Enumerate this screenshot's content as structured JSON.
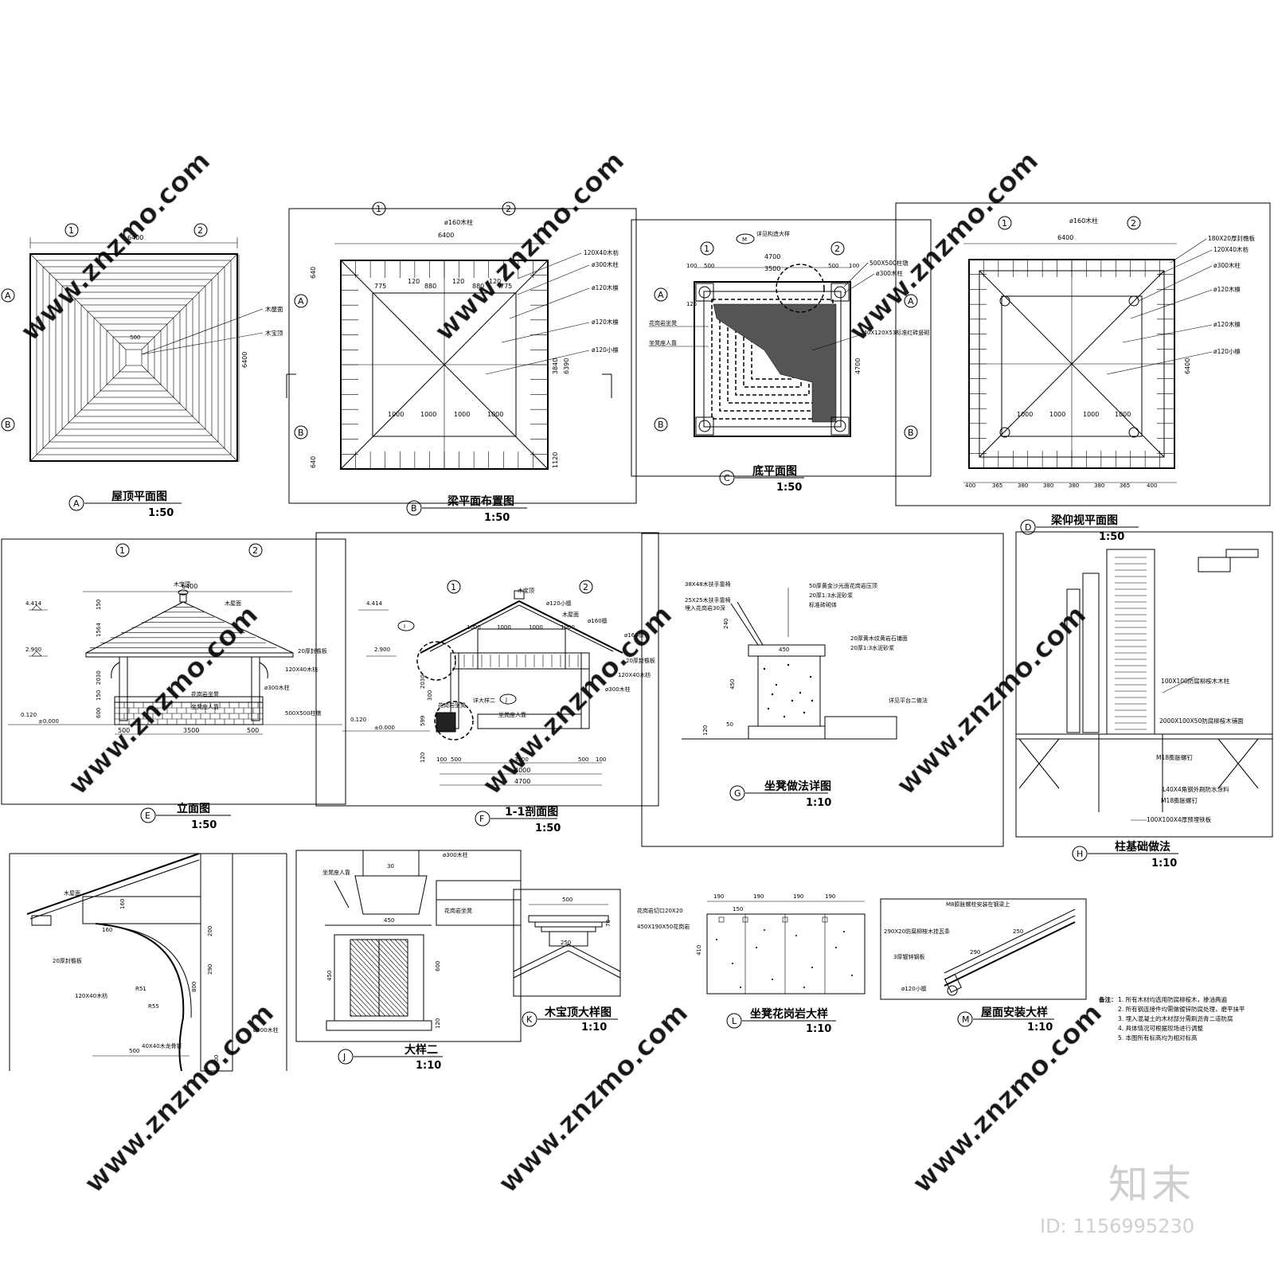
{
  "watermark": {
    "text": "www.znzmo.com",
    "logo": "知末",
    "id": "ID: 1156995230"
  },
  "drawings": {
    "A": {
      "letter": "A",
      "title": "屋顶平面图",
      "scale": "1:50",
      "dim_total": "6400",
      "top_size": "500",
      "label_board": "木屋面",
      "label_top": "木宝顶"
    },
    "B": {
      "letter": "B",
      "title": "梁平面布置图",
      "scale": "1:50",
      "dim_total": "6400",
      "dim_col": "ø160木柱",
      "labels": [
        "120X40木枋",
        "ø300木柱",
        "ø120木檩",
        "ø120木檩",
        "ø120小檩"
      ],
      "grid_dims": [
        "775",
        "120",
        "880",
        "120",
        "880",
        "120",
        "775"
      ],
      "bay_dims": [
        "1000",
        "1000",
        "1000",
        "1000"
      ],
      "side_dim": "6390",
      "edge_dims": [
        "640",
        "640",
        "1120",
        "3840"
      ]
    },
    "C": {
      "letter": "C",
      "title": "底平面图",
      "scale": "1:50",
      "dim_total": "4700",
      "dim_inner": "3500",
      "label_L": "详见构造大样",
      "labels": [
        "500X500柱墩",
        "ø300木柱",
        "240X120X53标准红砖竖砌",
        "花岗岩坐凳",
        "坐凳座人靠"
      ],
      "side_dim": "4700",
      "edge_dims": [
        "100",
        "500",
        "500",
        "100",
        "125"
      ]
    },
    "D": {
      "letter": "D",
      "title": "梁仰视平面图",
      "scale": "1:50",
      "dim_total": "6400",
      "dim_col": "ø160木柱",
      "labels": [
        "180X20厚封檐板",
        "120X40木枋",
        "ø300木柱",
        "ø120木檩",
        "ø120木檩",
        "ø120小檩"
      ],
      "bay_dims": [
        "1000",
        "1000",
        "1000",
        "1000"
      ],
      "side_dim": "6400",
      "bottom_dims": [
        "400",
        "365",
        "380",
        "380",
        "380",
        "380",
        "365",
        "400"
      ]
    },
    "E": {
      "letter": "E",
      "title": "立面图",
      "scale": "1:50",
      "dim_total": "6400",
      "levels": [
        "4.414",
        "2.900",
        "0.120",
        "±0.000"
      ],
      "heights": [
        "150",
        "1564",
        "2030",
        "150",
        "600"
      ],
      "labels": [
        "木宝顶",
        "木屋面",
        "20厚封檐板",
        "120X40木枋",
        "ø300木柱",
        "花岗岩坐凳",
        "坐凳座人靠",
        "500X500柱墩"
      ],
      "base_dims": [
        "500",
        "3500",
        "500"
      ]
    },
    "F": {
      "letter": "F",
      "title": "1-1剖面图",
      "scale": "1:50",
      "levels": [
        "4.414",
        "2.900",
        "0.120",
        "±0.000"
      ],
      "labels": [
        "木宝顶",
        "ø120小檩",
        "木屋面",
        "ø160檩",
        "ø160檩",
        "20厚封檐板",
        "120X40木枋",
        "ø300木柱",
        "花岗岩坐凳",
        "坐凳座人靠",
        "详大样二"
      ],
      "top_dims": [
        "1000",
        "1000",
        "1000",
        "1000"
      ],
      "base_dims": [
        "100",
        "500",
        "3500",
        "500",
        "100"
      ],
      "totals": [
        "4000",
        "4700"
      ],
      "heights": [
        "2030",
        "300",
        "599",
        "120"
      ]
    },
    "G": {
      "letter": "G",
      "title": "坐凳做法详图",
      "scale": "1:10",
      "labels": [
        "50厚黄金沙光面花岗岩压顶",
        "20厚1:3水泥砂浆",
        "标准砖砌体",
        "38X48木扶手靠椅",
        "25X25木扶手靠椅",
        "埋入花岗岩30深",
        "20厚黄木纹黄岩石铺面",
        "20厚1:3水泥砂浆",
        "详见平台二做法"
      ],
      "dims": [
        "450",
        "240",
        "450",
        "120",
        "50"
      ]
    },
    "H": {
      "letter": "H",
      "title": "柱基础做法",
      "scale": "1:10",
      "labels": [
        "100X100防腐柳桉木木柱",
        "2000X100X50防腐柳桉木铺面",
        "M18膨胀螺钉",
        "L40X4角钢外刷防水涂料",
        "M18膨胀螺钉",
        "100X100X4厚预埋铁板"
      ]
    },
    "I": {
      "letter": "I",
      "title": "",
      "scale": "",
      "labels": [
        "木屋面",
        "20厚封檐板",
        "120X40木枋",
        "40X40木龙骨钉",
        "ø300木柱"
      ],
      "dims": [
        "160",
        "160",
        "200",
        "290",
        "800",
        "500",
        "300"
      ],
      "radii": [
        "R51",
        "R55"
      ]
    },
    "J": {
      "letter": "J",
      "title": "大样二",
      "scale": "1:10",
      "labels": [
        "ø300木柱",
        "坐凳座人靠",
        "花岗岩坐凳"
      ],
      "dims": [
        "30",
        "450",
        "600",
        "450",
        "120"
      ]
    },
    "K": {
      "letter": "K",
      "title": "木宝顶大样图",
      "scale": "1:10",
      "dims": [
        "500",
        "250",
        "70"
      ]
    },
    "L": {
      "letter": "L",
      "title": "坐凳花岗岩大样",
      "scale": "1:10",
      "labels": [
        "花岗岩切口20X20",
        "450X190X50花岗岩"
      ],
      "dims": [
        "190",
        "190",
        "190",
        "190",
        "150",
        "410"
      ]
    },
    "M": {
      "letter": "M",
      "title": "屋面安装大样",
      "scale": "1:10",
      "labels": [
        "M8膨胀螺栓安装在钢梁上",
        "290X20防腐柳桉木挂瓦条",
        "3厚镀锌钢板",
        "ø120小檩"
      ],
      "dims": [
        "250",
        "290"
      ]
    }
  },
  "notes": {
    "heading": "备注：",
    "items": [
      "1. 所有木材均选用防腐柳桉木，掺油两遍",
      "2. 所有钢连接件均需做镀锌防腐处理，磨平抹平",
      "3. 埋入混凝土的木材部分需刷沥青二道防腐",
      "4. 具体情况可根据现场进行调整",
      "5. 本图所有标高均为相对标高"
    ]
  },
  "axes": {
    "one": "1",
    "two": "2",
    "a": "A",
    "b": "B"
  }
}
